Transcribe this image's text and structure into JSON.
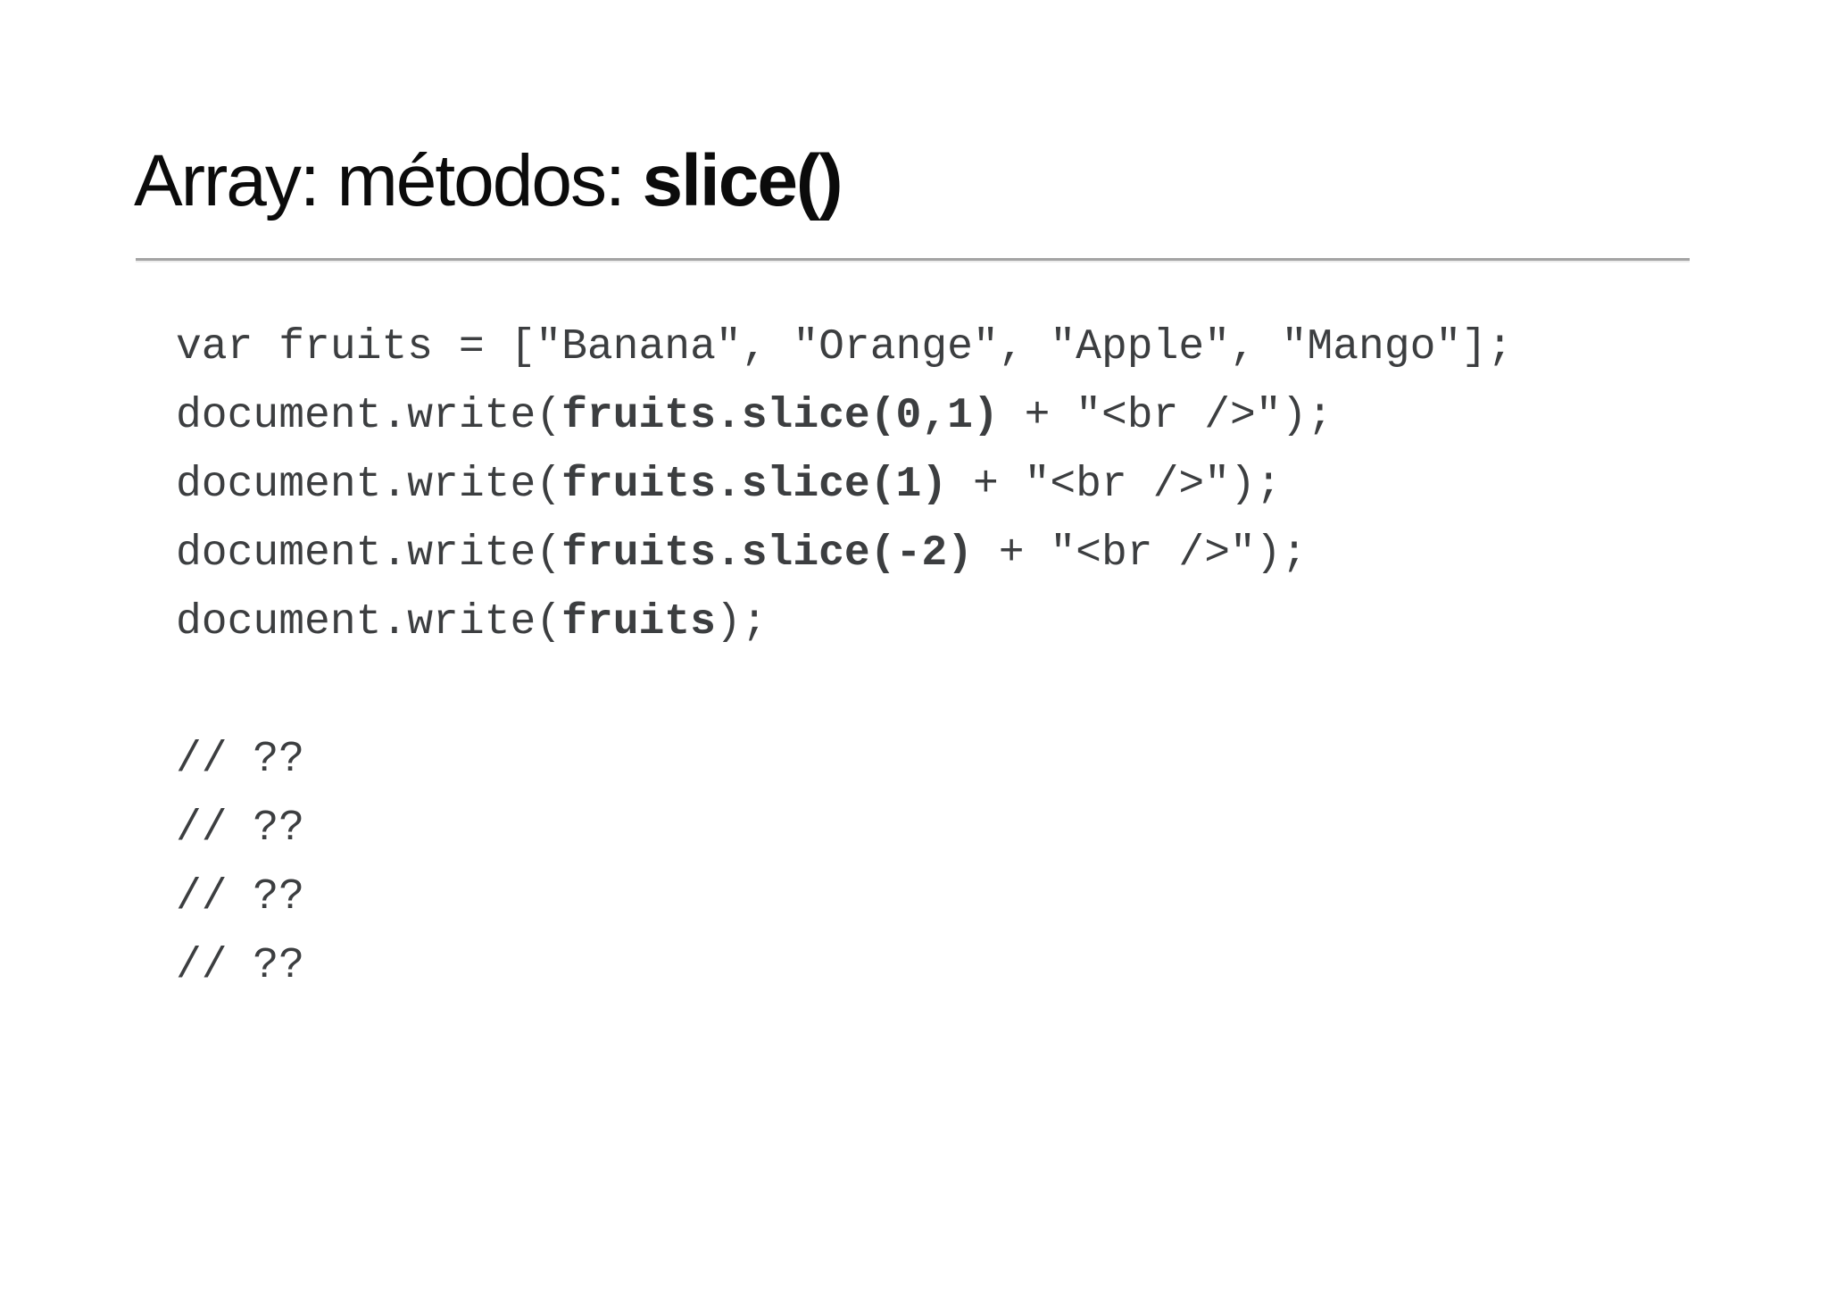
{
  "title": {
    "prefix": "Array: métodos: ",
    "emphasis": "slice()"
  },
  "code": {
    "lines": [
      {
        "segments": [
          {
            "text": "var fruits = [\"Banana\", \"Orange\", \"Apple\", \"Mango\"];",
            "bold": false
          }
        ]
      },
      {
        "segments": [
          {
            "text": "document.write(",
            "bold": false
          },
          {
            "text": "fruits.slice(0,1)",
            "bold": true
          },
          {
            "text": " + \"<br />\");",
            "bold": false
          }
        ]
      },
      {
        "segments": [
          {
            "text": "document.write(",
            "bold": false
          },
          {
            "text": "fruits.slice(1)",
            "bold": true
          },
          {
            "text": " + \"<br />\");",
            "bold": false
          }
        ]
      },
      {
        "segments": [
          {
            "text": "document.write(",
            "bold": false
          },
          {
            "text": "fruits.slice(-2)",
            "bold": true
          },
          {
            "text": " + \"<br />\");",
            "bold": false
          }
        ]
      },
      {
        "segments": [
          {
            "text": "document.write(",
            "bold": false
          },
          {
            "text": "fruits",
            "bold": true
          },
          {
            "text": ");",
            "bold": false
          }
        ]
      },
      {
        "segments": []
      },
      {
        "segments": [
          {
            "text": "// ??",
            "bold": false
          }
        ]
      },
      {
        "segments": [
          {
            "text": "// ??",
            "bold": false
          }
        ]
      },
      {
        "segments": [
          {
            "text": "// ??",
            "bold": false
          }
        ]
      },
      {
        "segments": [
          {
            "text": "// ??",
            "bold": false
          }
        ]
      }
    ]
  },
  "colors": {
    "background": "#ffffff",
    "title_text": "#0b0b0b",
    "code_text": "#3c3e40",
    "divider": "#a4a4a4"
  }
}
